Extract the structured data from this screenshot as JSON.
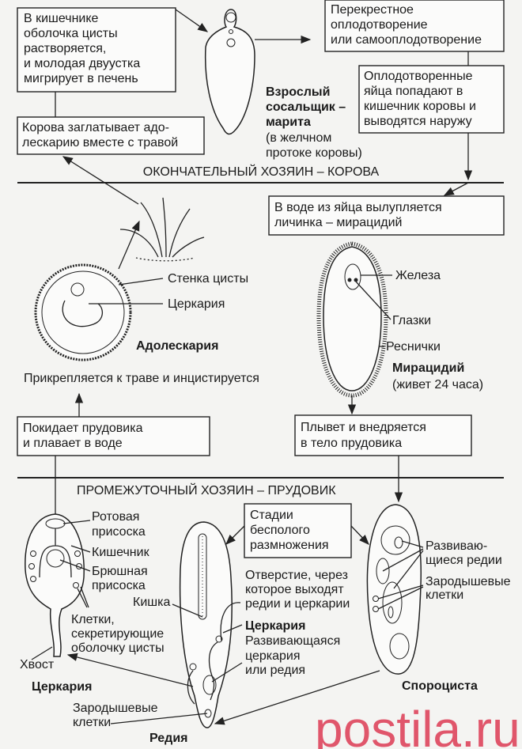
{
  "boxes": {
    "intestine": [
      "В кишечнике",
      "оболочка цисты",
      "растворяется,",
      "и молодая двуустка",
      "мигрирует в печень"
    ],
    "cow_swallows": [
      "Корова заглатывает адо-",
      "лескарию вместе с травой"
    ],
    "fertilization": [
      "Перекрестное",
      "оплодотворение",
      "или самооплодотворение"
    ],
    "eggs": [
      "Оплодотворенные",
      "яйца попадают в",
      "кишечник коровы и",
      "выводятся наружу"
    ],
    "hatch": [
      "В воде из яйца вылупляется",
      "личинка – мирацидий"
    ],
    "leaves_snail": [
      "Покидает прудовика",
      "и плавает в воде"
    ],
    "swims": [
      "Плывет и внедряется",
      "в тело  прудовика"
    ],
    "asexual": [
      "Стадии",
      "бесполого",
      "размножения"
    ]
  },
  "marita": {
    "title": [
      "Взрослый",
      "сосальщик –",
      "марита"
    ],
    "note": [
      "(в желчном",
      "протоке коровы)"
    ]
  },
  "sections": {
    "definitive": "ОКОНЧАТЕЛЬНЫЙ ХОЗЯИН – КОРОВА",
    "intermediate": "ПРОМЕЖУТОЧНЫЙ ХОЗЯИН – ПРУДОВИК"
  },
  "adolescaria": {
    "wall": "Стенка цисты",
    "cercaria": "Церкария",
    "title": "Адолескария",
    "attach": "Прикрепляется к  траве и инцистируется"
  },
  "miracidium": {
    "gland": "Железа",
    "eyes": "Глазки",
    "cilia": "Реснички",
    "title": "Мирацидий",
    "note": "(живет 24 часа)"
  },
  "cercaria": {
    "oral": [
      "Ротовая",
      "присоска"
    ],
    "gut": "Кишечник",
    "ventral": [
      "Брюшная",
      "присоска"
    ],
    "cells": [
      "Клетки,",
      "секретирующие",
      "оболочку цисты"
    ],
    "tail": "Хвост",
    "title": "Церкария"
  },
  "redia": {
    "opening": [
      "Отверстие, через",
      "которое выходят",
      "редии и церкарии"
    ],
    "gut": "Кишка",
    "cercaria": "Церкария",
    "developing": [
      "Развивающаяся",
      "церкария",
      "или редия"
    ],
    "germ": [
      "Зародышевые",
      "клетки"
    ],
    "title": "Редия"
  },
  "sporocyst": {
    "rediae": [
      "Развиваю-",
      "щиеся редии"
    ],
    "germ": [
      "Зародышевые",
      "клетки"
    ],
    "title": "Спороциста"
  },
  "watermark": "postila.ru",
  "colors": {
    "watermark": "#e0566b"
  }
}
